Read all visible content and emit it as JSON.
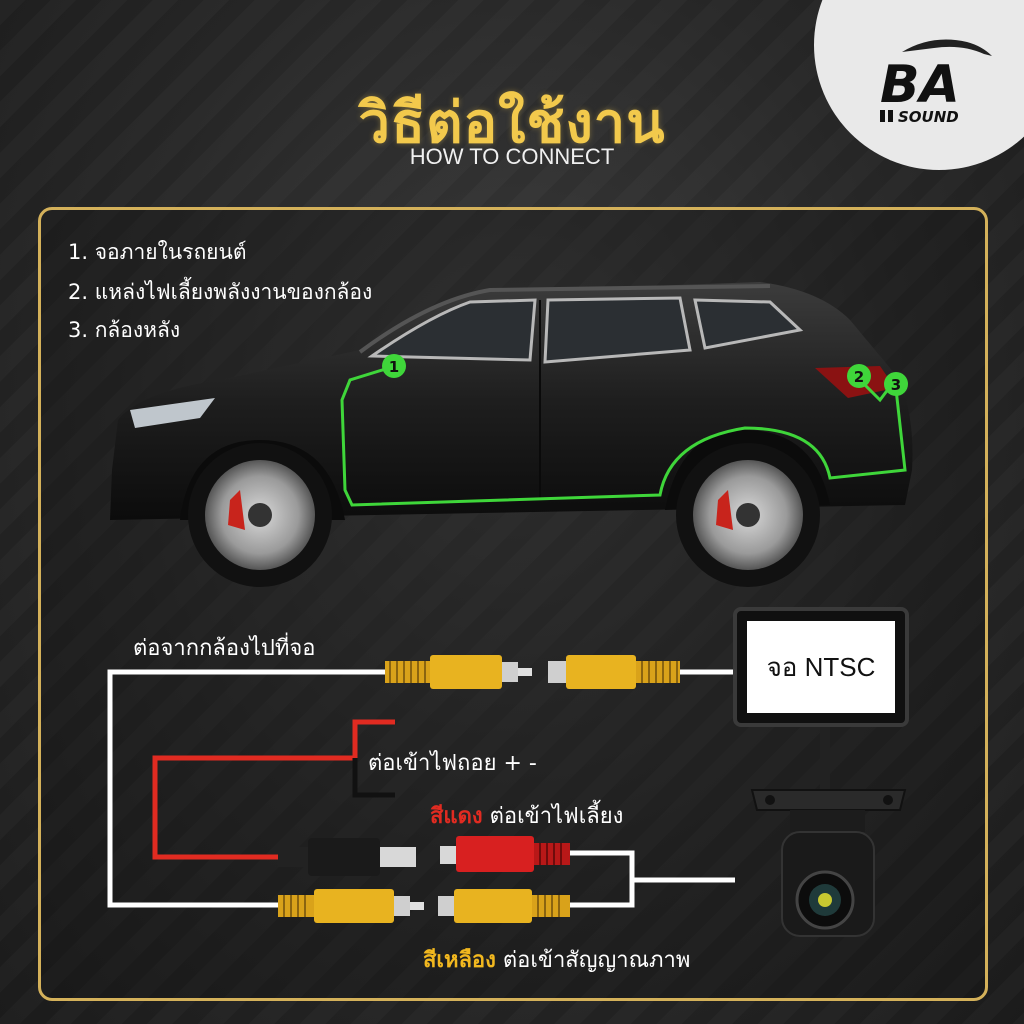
{
  "header": {
    "title_th": "วิธีต่อใช้งาน",
    "title_en": "HOW TO CONNECT"
  },
  "logo": {
    "main": "BA",
    "sub": "SOUND"
  },
  "legend": [
    {
      "text": "1. จอภายในรถยนต์"
    },
    {
      "text": "2. แหล่งไฟเลี้ยงพลังงานของกล้อง"
    },
    {
      "text": "3. กล้องหลัง"
    }
  ],
  "markers": [
    "1",
    "2",
    "3"
  ],
  "wiring": {
    "camera_to_monitor": "ต่อจากกล้องไปที่จอ",
    "reverse_power": "ต่อเข้าไฟถอย + -",
    "red_label": "สีแดง",
    "red_desc": "ต่อเข้าไฟเลี้ยง",
    "yellow_label": "สีเหลือง",
    "yellow_desc": "ต่อเข้าสัญญาณภาพ",
    "monitor_label": "จอ NTSC"
  },
  "colors": {
    "accent_gold": "#f2c94c",
    "panel_border": "#d4b15a",
    "marker_green": "#3fd63a",
    "wire_red": "#e12b21",
    "connector_yellow": "#e0a81a"
  }
}
